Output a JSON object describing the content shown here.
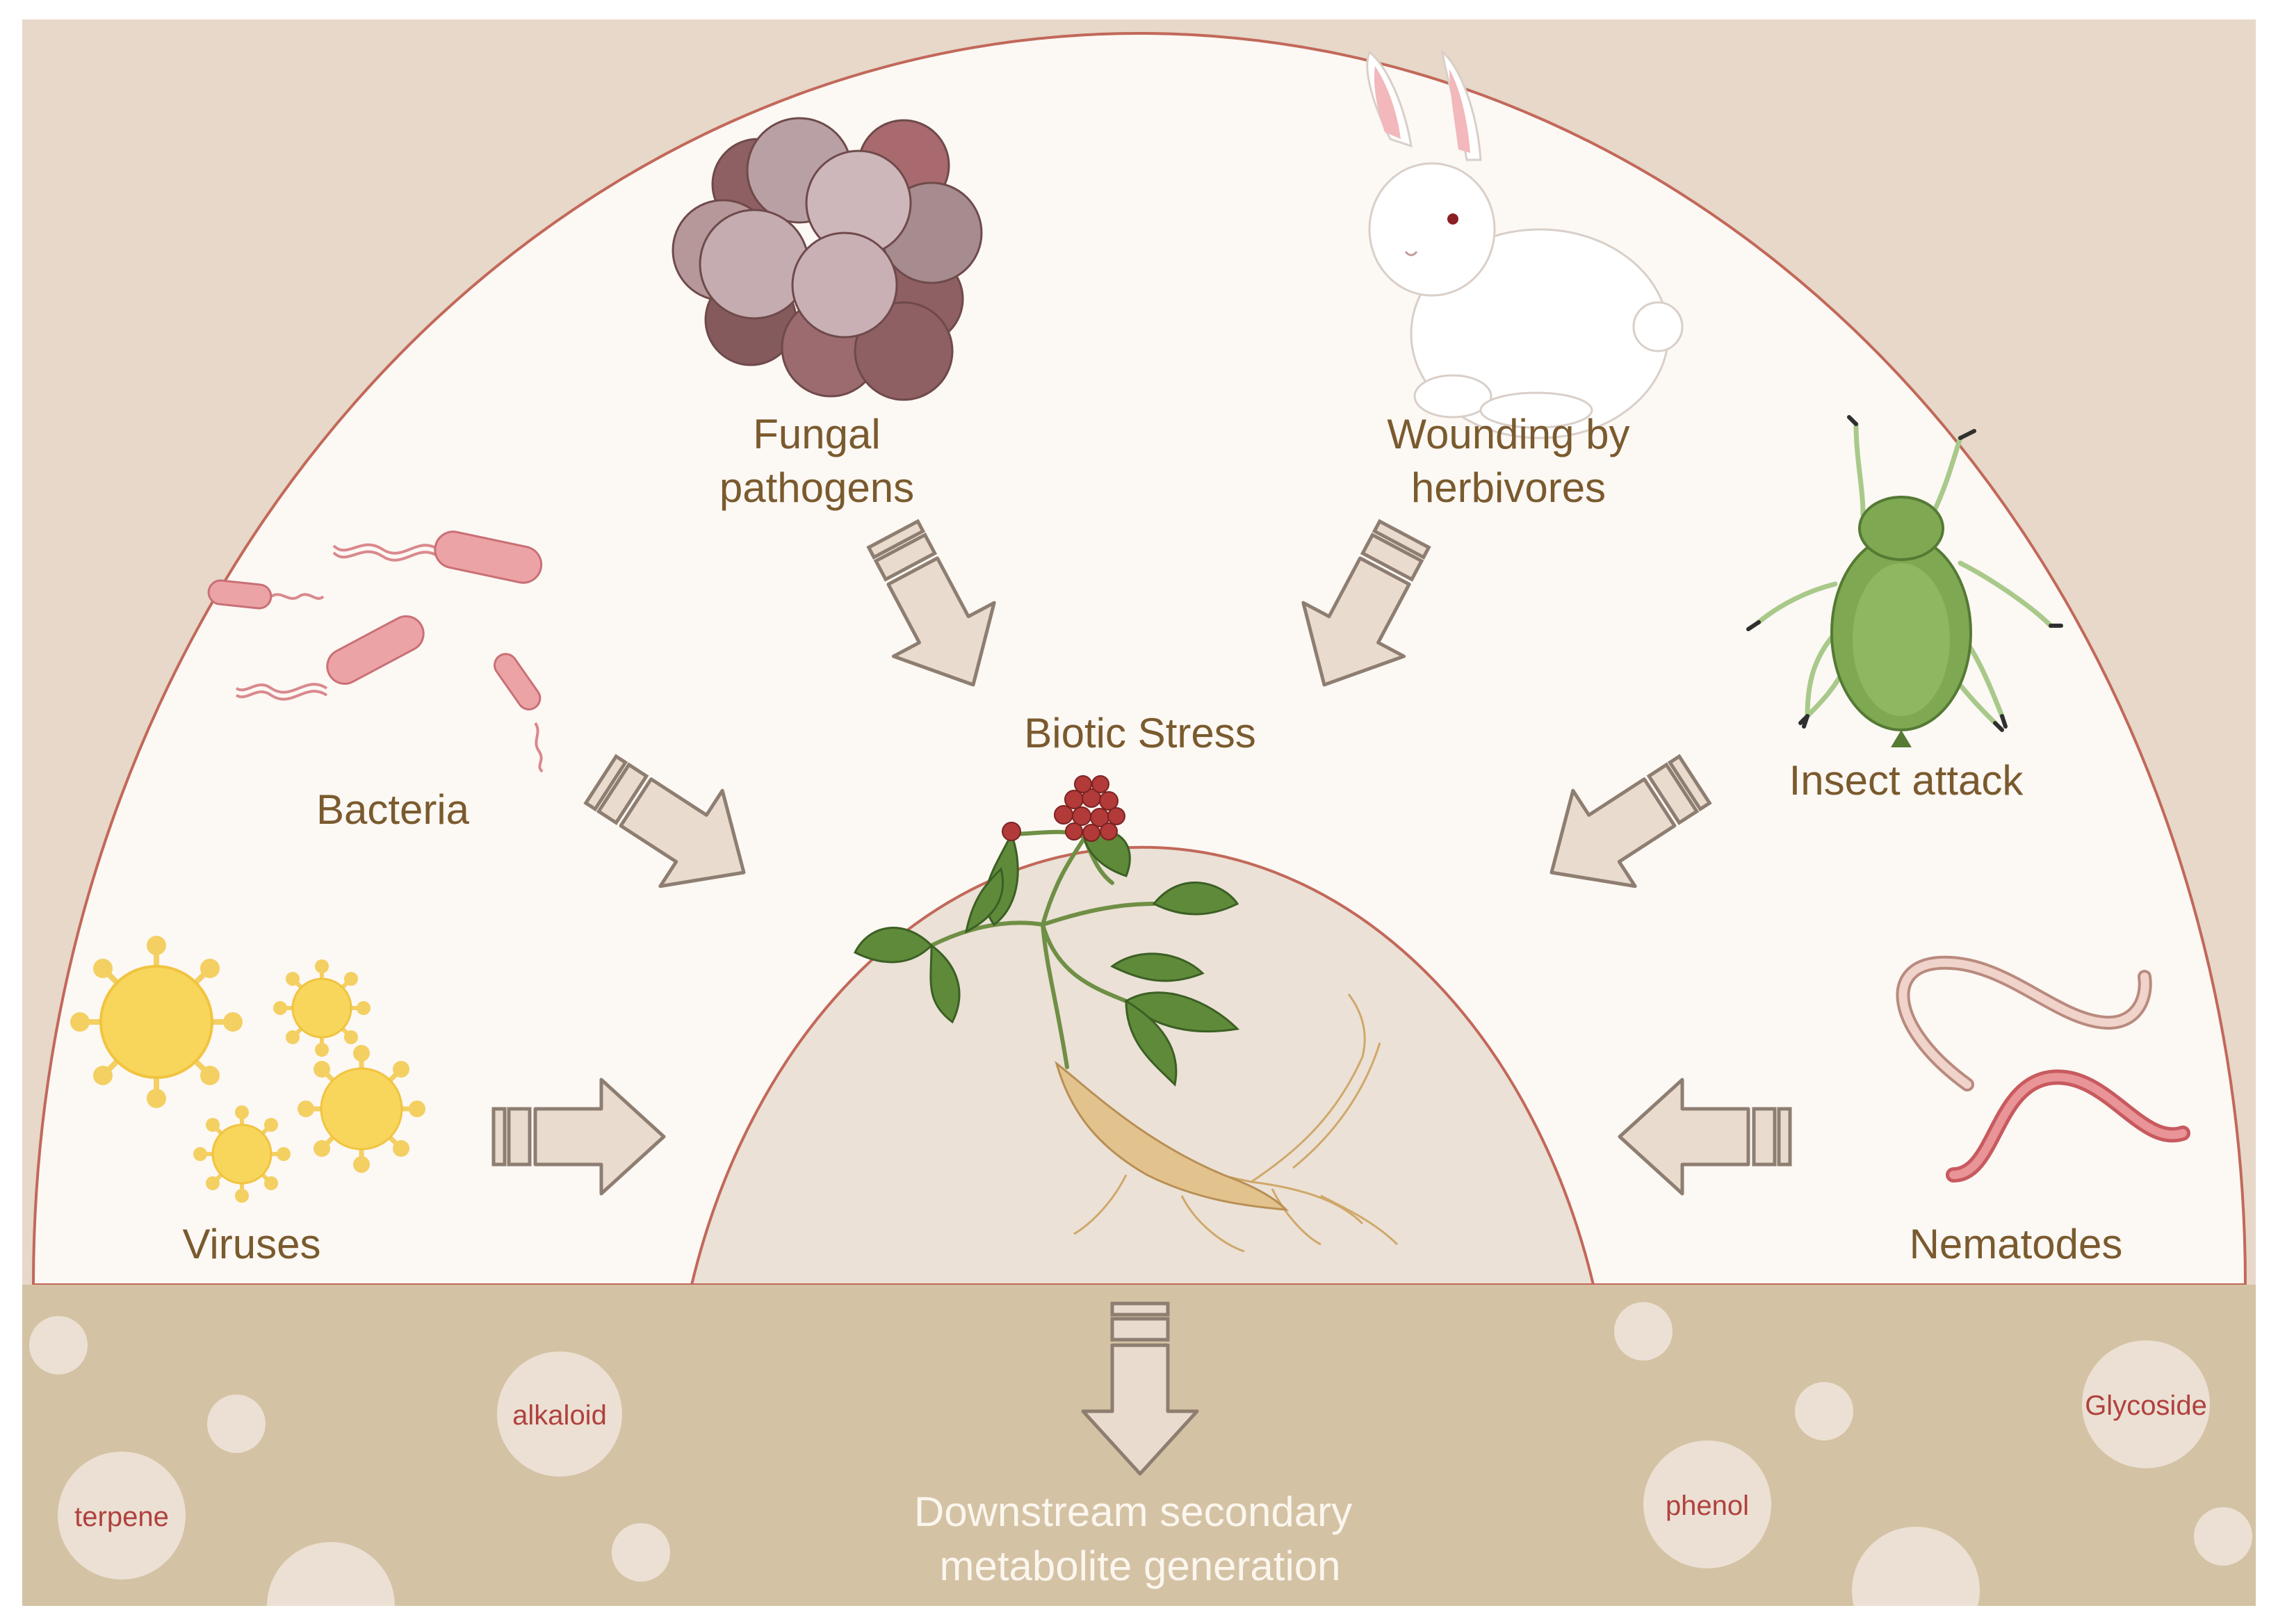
{
  "center": {
    "title": "Biotic Stress"
  },
  "stressors": {
    "fungal": {
      "line1": "Fungal",
      "line2": "pathogens"
    },
    "herbivores": {
      "line1": "Wounding by",
      "line2": "herbivores"
    },
    "bacteria": {
      "label": "Bacteria"
    },
    "insect": {
      "label": "Insect attack"
    },
    "viruses": {
      "label": "Viruses"
    },
    "nematodes": {
      "label": "Nematodes"
    }
  },
  "downstream": {
    "line1": "Downstream secondary",
    "line2": "metabolite generation"
  },
  "metabolites": {
    "terpene": "terpene",
    "alkaloid": "alkaloid",
    "phenol": "phenol",
    "glycoside": "Glycoside"
  },
  "colors": {
    "outer_bg": "#e7d8c9",
    "semicircle": "#fcf8f4",
    "inner_circle": "#ebe1d6",
    "arc_stroke": "#c2685a",
    "bottom_band": "#d4c2a4",
    "bubble": "#ebe0d3",
    "label": "#7a5a2e",
    "metabolite": "#b0413e",
    "arrow_fill": "#e9dccf",
    "arrow_stroke": "#8e7e71"
  },
  "icons": {
    "fungal": "fungal-spore-cluster-icon",
    "herbivore": "rabbit-icon",
    "bacteria": "bacteria-icon",
    "insect": "aphid-icon",
    "virus": "virus-icon",
    "nematode": "nematode-worm-icon",
    "plant": "ginseng-plant-icon"
  }
}
